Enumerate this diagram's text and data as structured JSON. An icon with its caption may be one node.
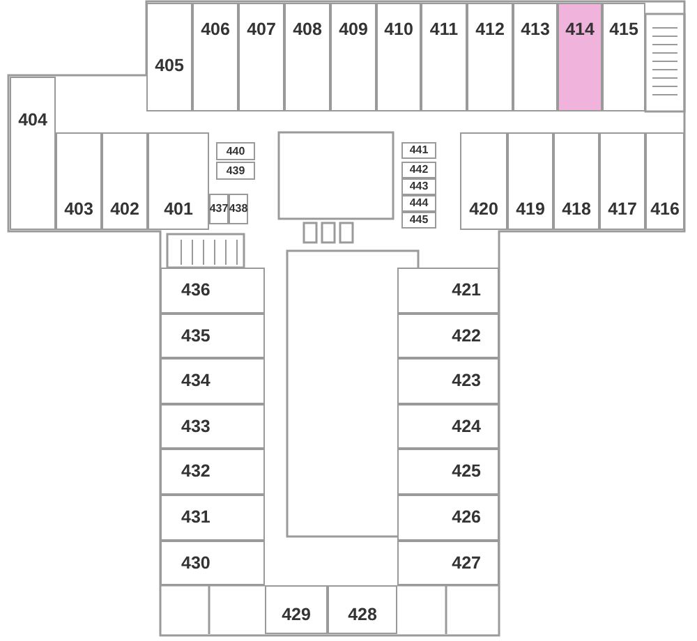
{
  "diagram": {
    "nodes": [
      {
        "text": [
          "406"
        ]
      },
      {
        "text": [
          "407"
        ]
      },
      {
        "text": [
          "408"
        ]
      },
      {
        "text": [
          "409"
        ]
      },
      {
        "text": [
          "410"
        ]
      },
      {
        "text": [
          "411"
        ]
      },
      {
        "text": [
          "412"
        ]
      },
      {
        "text": [
          "413"
        ]
      },
      {
        "text": [
          "414"
        ]
      },
      {
        "text": [
          "415"
        ]
      },
      {
        "text": [
          "405"
        ]
      },
      {
        "text": [
          "404"
        ]
      },
      {
        "text": [
          "403"
        ]
      },
      {
        "text": [
          "402"
        ]
      },
      {
        "text": [
          "401"
        ]
      },
      {
        "text": [
          "440"
        ]
      },
      {
        "text": [
          "439"
        ]
      },
      {
        "text": [
          "437"
        ]
      },
      {
        "text": [
          "438"
        ]
      },
      {
        "text": [
          "441"
        ]
      },
      {
        "text": [
          "442"
        ]
      },
      {
        "text": [
          "443"
        ]
      },
      {
        "text": [
          "444"
        ]
      },
      {
        "text": [
          "445"
        ]
      },
      {
        "text": [
          "420"
        ]
      },
      {
        "text": [
          "419"
        ]
      },
      {
        "text": [
          "418"
        ]
      },
      {
        "text": [
          "417"
        ]
      },
      {
        "text": [
          "416"
        ]
      },
      {
        "text": [
          "436"
        ]
      },
      {
        "text": [
          "421"
        ]
      },
      {
        "text": [
          "435"
        ]
      },
      {
        "text": [
          "422"
        ]
      },
      {
        "text": [
          "434"
        ]
      },
      {
        "text": [
          "423"
        ]
      },
      {
        "text": [
          "433"
        ]
      },
      {
        "text": [
          "424"
        ]
      },
      {
        "text": [
          "432"
        ]
      },
      {
        "text": [
          "425"
        ]
      },
      {
        "text": [
          "431"
        ]
      },
      {
        "text": [
          "426"
        ]
      },
      {
        "text": [
          "430"
        ]
      },
      {
        "text": [
          "427"
        ]
      },
      {
        "text": [
          "429"
        ]
      },
      {
        "text": [
          "428"
        ]
      }
    ]
  }
}
